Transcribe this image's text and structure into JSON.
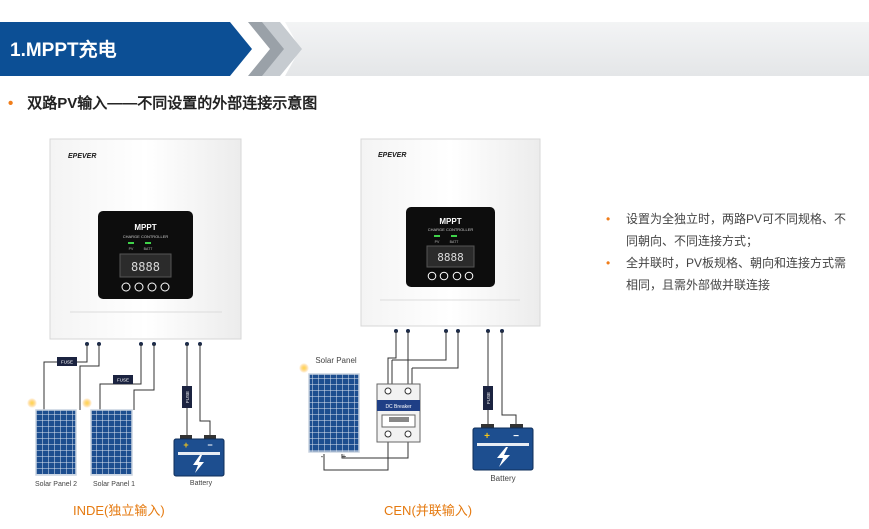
{
  "header": {
    "title": "1.MPPT充电"
  },
  "subtitle": "双路PV输入——不同设置的外部连接示意图",
  "notes": [
    "设置为全独立时，两路PV可不同规格、不同朝向、不同连接方式；",
    "全并联时，PV板规格、朝向和连接方式需相同，且需外部做并联连接"
  ],
  "controller": {
    "brand": "EPEVER",
    "title": "MPPT",
    "subtitle": "CHARGE CONTROLLER",
    "led_labels": [
      "PV",
      "BATT"
    ],
    "lcd_text": "8888"
  },
  "left_diagram": {
    "fuse_label": "FUSE",
    "panel_labels": [
      "Solar Panel 2",
      "Solar Panel 1"
    ],
    "battery_label": "Battery",
    "caption": "INDE(独立输入)"
  },
  "right_diagram": {
    "panel_label": "Solar Panel",
    "breaker_label": "DC Breaker",
    "fuse_label": "FUSE",
    "battery_label": "Battery",
    "polarity": [
      "-",
      "+"
    ],
    "caption": "CEN(并联输入)"
  },
  "colors": {
    "header_blue": "#0c4f95",
    "accent_orange": "#f07d1a",
    "panel_blue": "#1d4e8f"
  }
}
